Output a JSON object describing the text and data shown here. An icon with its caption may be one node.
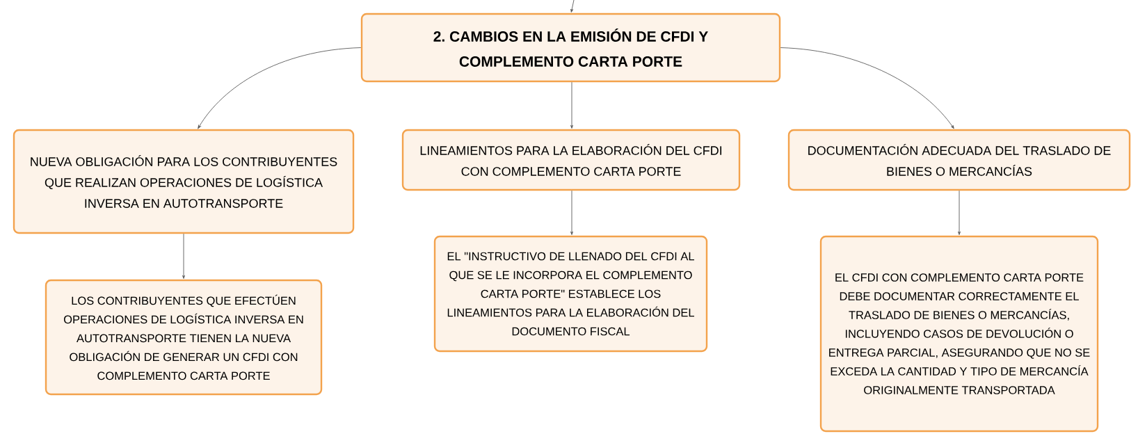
{
  "diagram": {
    "nodes": [
      {
        "text": [
          "2. CAMBIOS EN LA EMISIÓN DE CFDI Y COMPLEMENTO CARTA PORTE"
        ]
      },
      {
        "text": [
          "NUEVA OBLIGACIÓN PARA LOS CONTRIBUYENTES QUE REALIZAN OPERACIONES DE LOGÍSTICA INVERSA EN AUTOTRANSPORTE"
        ]
      },
      {
        "text": [
          "LINEAMIENTOS PARA LA ELABORACIÓN DEL CFDI CON COMPLEMENTO CARTA PORTE"
        ]
      },
      {
        "text": [
          "DOCUMENTACIÓN ADECUADA DEL TRASLADO DE BIENES O MERCANCÍAS"
        ]
      },
      {
        "text": [
          "LOS CONTRIBUYENTES QUE EFECTÚEN OPERACIONES DE LOGÍSTICA INVERSA EN AUTOTRANSPORTE TIENEN LA NUEVA OBLIGACIÓN DE GENERAR UN CFDI CON COMPLEMENTO CARTA PORTE"
        ]
      },
      {
        "text": [
          "EL \"INSTRUCTIVO DE LLENADO DEL CFDI AL QUE SE LE INCORPORA EL COMPLEMENTO CARTA PORTE\" ESTABLECE LOS LINEAMIENTOS PARA LA ELABORACIÓN DEL DOCUMENTO FISCAL"
        ]
      },
      {
        "text": [
          "EL CFDI CON COMPLEMENTO CARTA PORTE DEBE DOCUMENTAR CORRECTAMENTE EL TRASLADO DE BIENES O MERCANCÍAS, INCLUYENDO CASOS DE DEVOLUCIÓN O ENTREGA PARCIAL, ASEGURANDO QUE NO SE EXCEDA LA CANTIDAD Y TIPO DE MERCANCÍA ORIGINALMENTE TRANSPORTADA"
        ]
      }
    ],
    "edges": [
      {
        "from": null,
        "to": 0,
        "arrow": "to"
      },
      {
        "from": 0,
        "to": 1,
        "arrow": "to"
      },
      {
        "from": 0,
        "to": 2,
        "arrow": "to"
      },
      {
        "from": 0,
        "to": 3,
        "arrow": "to"
      },
      {
        "from": 1,
        "to": 4,
        "arrow": "to"
      },
      {
        "from": 2,
        "to": 5,
        "arrow": "to"
      },
      {
        "from": 3,
        "to": 6,
        "arrow": "to"
      }
    ]
  }
}
